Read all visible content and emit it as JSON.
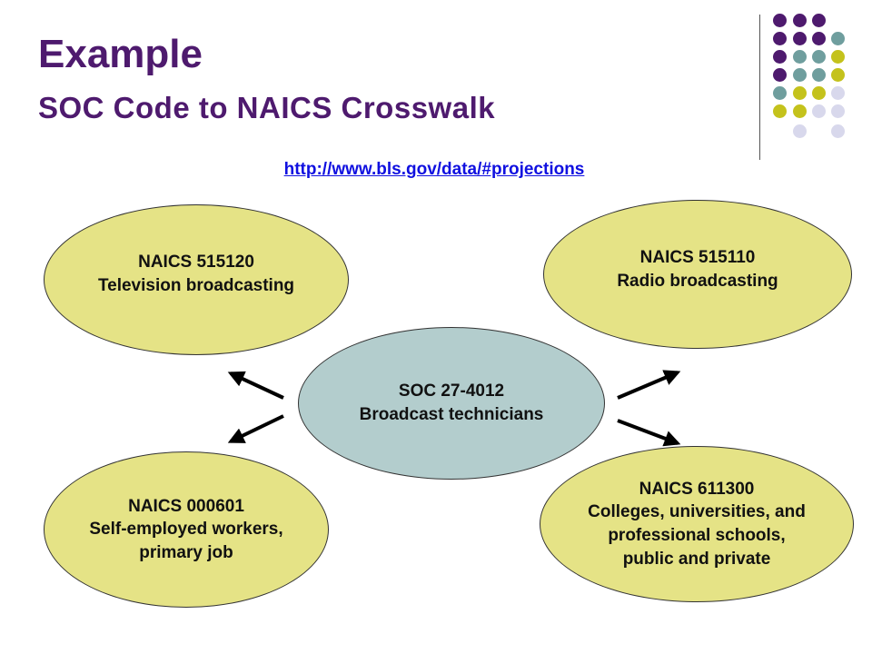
{
  "title": {
    "line1": "Example",
    "line2": "SOC Code to NAICS Crosswalk"
  },
  "link": "http://www.bls.gov/data/#projections",
  "colors": {
    "title": "#4e1a6e",
    "link": "#1010e0",
    "ellipse_fill": "#e5e386",
    "center_fill": "#b3cdcd",
    "dot_purple": "#4e1a6e",
    "dot_teal": "#6f9e9e",
    "dot_olive": "#c4c21c",
    "dot_lavender": "#d8d8ec"
  },
  "center": {
    "line1": "SOC 27-4012",
    "line2": "Broadcast technicians"
  },
  "top_left": {
    "line1": "NAICS 515120",
    "line2": "Television broadcasting"
  },
  "top_right": {
    "line1": "NAICS 515110",
    "line2": "Radio broadcasting"
  },
  "bottom_left": {
    "line1": "NAICS 000601",
    "line2": "Self-employed workers,",
    "line3": "primary job"
  },
  "bottom_right": {
    "line1": "NAICS 611300",
    "line2": "Colleges, universities, and",
    "line3": "professional schools,",
    "line4": "public and private"
  }
}
